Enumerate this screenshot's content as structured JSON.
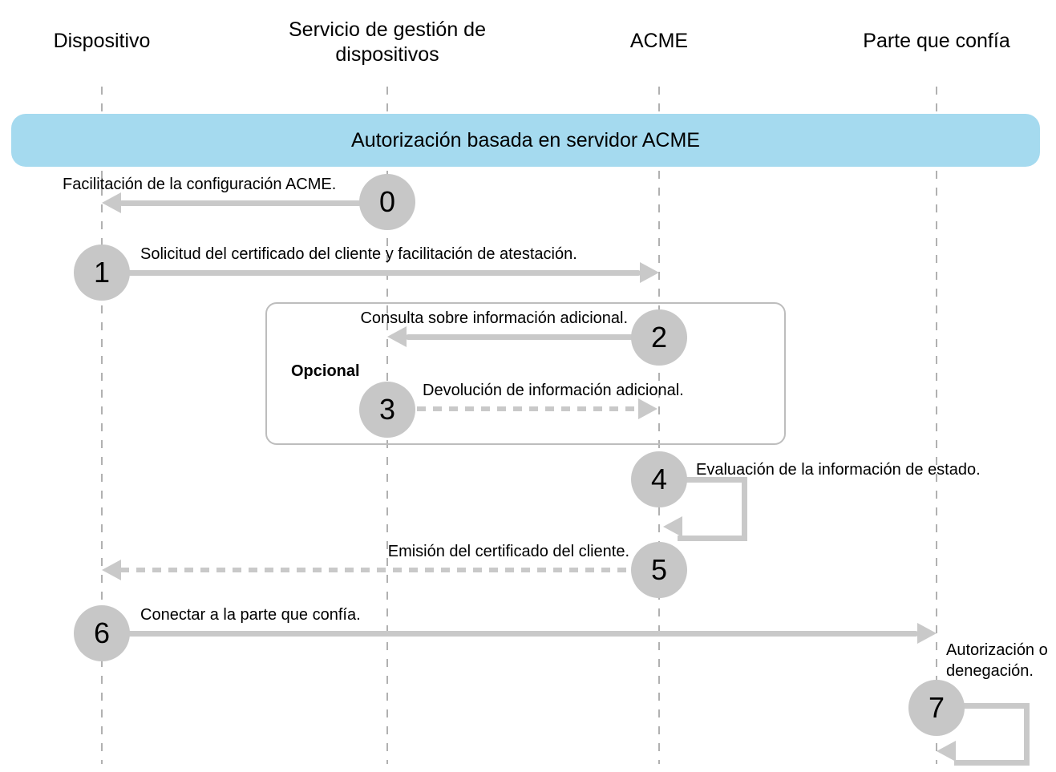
{
  "diagram": {
    "title": "Autorización basada en servidor ACME",
    "type": "sequence-diagram",
    "lanes": [
      {
        "label": "Dispositivo"
      },
      {
        "label": "Servicio de gestión de dispositivos"
      },
      {
        "label": "ACME"
      },
      {
        "label": "Parte que confía"
      }
    ],
    "optional": {
      "label": "Opcional"
    },
    "steps": [
      {
        "number": "0",
        "label": "Facilitación de la configuración ACME.",
        "from": "Servicio de gestión de dispositivos",
        "to": "Dispositivo",
        "line": "solid",
        "direction": "left"
      },
      {
        "number": "1",
        "label": "Solicitud del certificado del cliente y facilitación de atestación.",
        "from": "Dispositivo",
        "to": "ACME",
        "line": "solid",
        "direction": "right"
      },
      {
        "number": "2",
        "label": "Consulta sobre información adicional.",
        "from": "ACME",
        "to": "Servicio de gestión de dispositivos",
        "line": "solid",
        "direction": "left",
        "optional": true
      },
      {
        "number": "3",
        "label": "Devolución de información adicional.",
        "from": "Servicio de gestión de dispositivos",
        "to": "ACME",
        "line": "dashed",
        "direction": "right",
        "optional": true
      },
      {
        "number": "4",
        "label": "Evaluación de la información de estado.",
        "from": "ACME",
        "to": "ACME",
        "line": "self-loop"
      },
      {
        "number": "5",
        "label": "Emisión del certificado del cliente.",
        "from": "ACME",
        "to": "Dispositivo",
        "line": "dashed",
        "direction": "left"
      },
      {
        "number": "6",
        "label": "Conectar a la parte que confía.",
        "from": "Dispositivo",
        "to": "Parte que confía",
        "line": "solid",
        "direction": "right"
      },
      {
        "number": "7",
        "label": "Autorización o denegación.",
        "from": "Parte que confía",
        "to": "Parte que confía",
        "line": "self-loop"
      }
    ],
    "colors": {
      "banner": "#a5daef",
      "circle": "#c7c7c7",
      "arrow": "#c9c9c9",
      "lifeline": "#b1b1b1",
      "optional_border": "#bdbdbd",
      "text": "#000000"
    }
  }
}
